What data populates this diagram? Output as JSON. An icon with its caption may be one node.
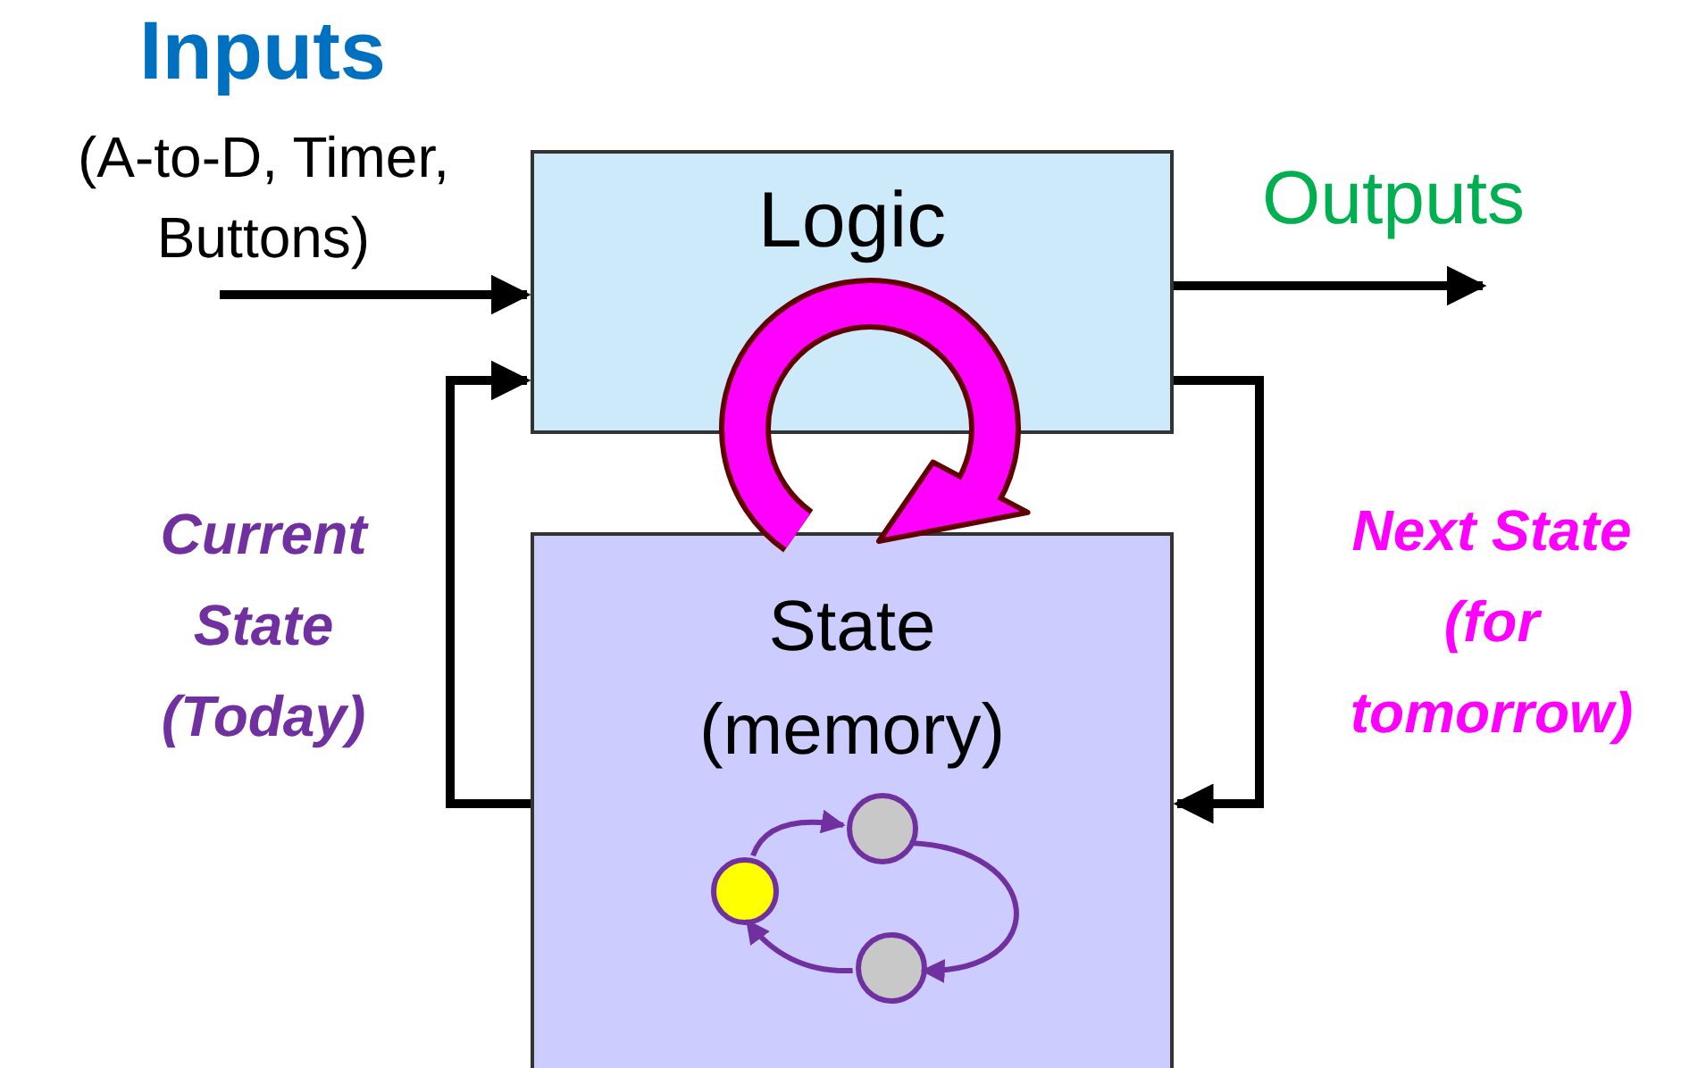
{
  "diagram": {
    "nodes": [
      {
        "text": [
          "Logic"
        ]
      },
      {
        "text": [
          "State (memory)"
        ]
      },
      {
        "text": [],
        "shape": "circle",
        "in": 1
      },
      {
        "text": [],
        "shape": "circle",
        "in": 1
      },
      {
        "text": [],
        "shape": "circle",
        "in": 1
      }
    ],
    "edges": [
      {
        "from": null,
        "to": 0,
        "arrow": "to"
      },
      {
        "from": 0,
        "to": null,
        "arrow": "to"
      },
      {
        "from": 0,
        "to": 1,
        "arrow": "to",
        "label": "Next State (for tomorrow)"
      },
      {
        "from": 1,
        "to": 0,
        "arrow": "to",
        "label": "Current State (Today)"
      },
      {
        "from": 2,
        "to": 3,
        "arrow": "to",
        "color": "#7030a0"
      },
      {
        "from": 3,
        "to": 4,
        "arrow": "to",
        "color": "#7030a0"
      },
      {
        "from": 4,
        "to": 2,
        "arrow": "to",
        "color": "#7030a0"
      }
    ],
    "labels": [
      "Inputs",
      "(A-to-D, Timer, Buttons)",
      "Outputs"
    ]
  }
}
